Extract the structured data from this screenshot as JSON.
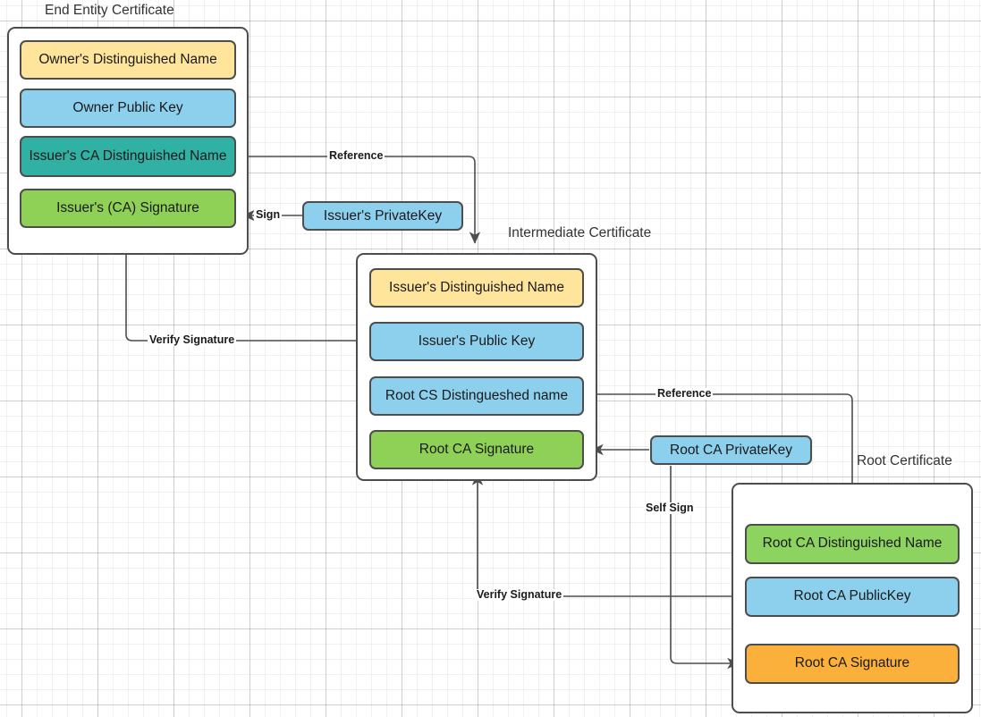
{
  "palette": {
    "yellow": "#ffe49c",
    "blue": "#8dd0ee",
    "teal": "#31b0a4",
    "green": "#8fd157",
    "green_soft": "#8cd35f",
    "orange": "#fbb03b",
    "stroke": "#4d4d4d",
    "text": "#1a1a1a",
    "background": "#ffffff",
    "grid": "#e6e6e6"
  },
  "titles": {
    "end_entity": "End Entity Certificate",
    "intermediate": "Intermediate Certificate",
    "root": "Root Certificate"
  },
  "end_entity_certificate": {
    "fields": [
      {
        "label": "Owner's Distinguished Name",
        "color": "yellow"
      },
      {
        "label": "Owner Public  Key",
        "color": "blue"
      },
      {
        "label": "Issuer's CA Distinguished Name",
        "color": "teal"
      },
      {
        "label": "Issuer's (CA) Signature",
        "color": "green"
      }
    ]
  },
  "intermediate_certificate": {
    "fields": [
      {
        "label": "Issuer's Distinguished Name",
        "color": "yellow"
      },
      {
        "label": "Issuer's Public  Key",
        "color": "blue"
      },
      {
        "label": "Root CS Distingueshed name",
        "color": "blue"
      },
      {
        "label": "Root CA Signature",
        "color": "green"
      }
    ]
  },
  "root_certificate": {
    "fields": [
      {
        "label": "Root CA Distinguished Name",
        "color": "green"
      },
      {
        "label": "Root CA PublicKey",
        "color": "blue"
      },
      {
        "label": "Root CA Signature",
        "color": "orange"
      }
    ]
  },
  "keys": {
    "issuer_private_key": "Issuer's PrivateKey",
    "root_ca_private_key": "Root CA PrivateKey"
  },
  "edge_labels": {
    "reference_top": "Reference",
    "sign": "Sign",
    "verify_signature_top": "Verify Signature",
    "reference_bottom": "Reference",
    "self_sign": "Self Sign",
    "verify_signature_bottom": "Verify Signature"
  }
}
